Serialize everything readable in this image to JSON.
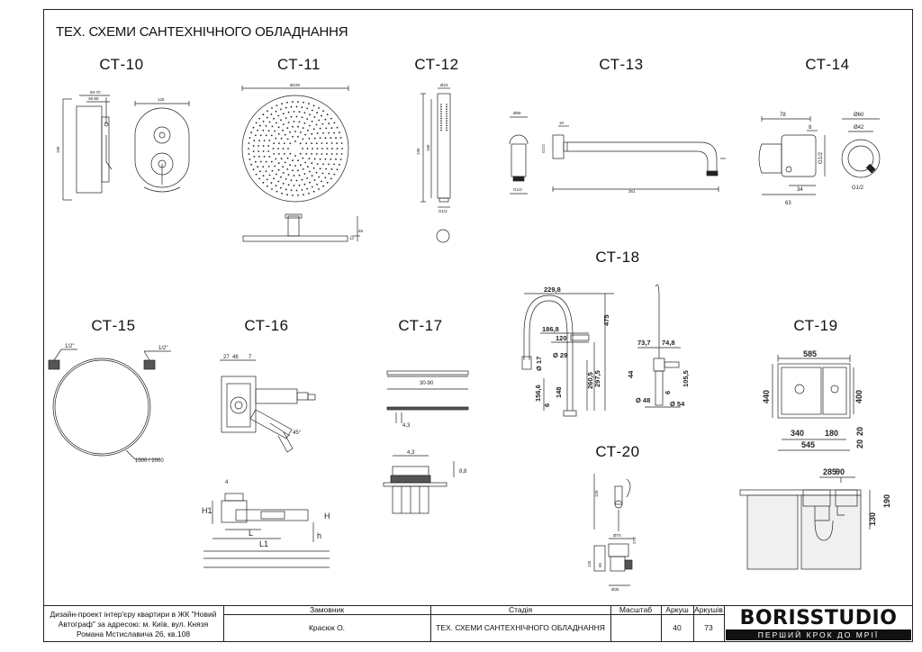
{
  "title": "ТЕХ. СХЕМИ САНТЕХНІЧНОГО ОБЛАДНАННЯ",
  "schemes": [
    {
      "code": "СТ-10"
    },
    {
      "code": "СТ-11"
    },
    {
      "code": "СТ-12"
    },
    {
      "code": "СТ-13"
    },
    {
      "code": "СТ-14"
    },
    {
      "code": "СТ-15"
    },
    {
      "code": "СТ-16"
    },
    {
      "code": "СТ-17"
    },
    {
      "code": "СТ-18"
    },
    {
      "code": "СТ-19"
    },
    {
      "code": "СТ-20"
    }
  ],
  "dims": {
    "ct10": [
      "50-70",
      "38-58",
      "125",
      "195"
    ],
    "ct11": [
      "Ø230",
      "14",
      "58"
    ],
    "ct12": [
      "Ø23",
      "196",
      "166",
      "G1/2"
    ],
    "ct13": [
      "Ø58",
      "10",
      "G1/2",
      "351",
      "G1/2"
    ],
    "ct14": [
      "78",
      "Ø60",
      "Ø42",
      "8",
      "G1/2",
      "34",
      "63",
      "G1/2"
    ],
    "ct15": [
      "1/2\"",
      "1/2\"",
      "1500 / 2000"
    ],
    "ct16": [
      "27",
      "48",
      "7",
      "45°",
      "4",
      "H1",
      "H",
      "L",
      "L1",
      "h"
    ],
    "ct17": [
      "30-90",
      "4,3",
      "4,3",
      "8,8"
    ],
    "ct18": [
      "229,8",
      "186,8",
      "120",
      "Ø 17",
      "Ø 29",
      "475",
      "297,5",
      "260,5",
      "148",
      "156,6",
      "6",
      "73,7",
      "74,8",
      "44",
      "6",
      "105,5",
      "Ø 48",
      "Ø 54"
    ],
    "ct19": [
      "585",
      "440",
      "400",
      "340",
      "180",
      "20",
      "545",
      "20"
    ],
    "ct20": [
      "120",
      "Ø70",
      "Ø35",
      "125",
      "65",
      "270"
    ],
    "ct21": [
      "285",
      "90",
      "190",
      "130"
    ]
  },
  "title_block": {
    "description": "Дизайн-проект інтер'єру квартири в ЖК \"Новий Автограф\" за адресою: м. Київ, вул. Князя Романа Мстиславича 26, кв.108",
    "customer_header": "Замовник",
    "customer": "Красюк О.",
    "stage_header": "Стадія",
    "stage": "ТЕХ. СХЕМИ САНТЕХНІЧНОГО ОБЛАДНАННЯ",
    "scale_header": "Масштаб",
    "scale": "",
    "sheet_header": "Аркуш",
    "sheet": "40",
    "sheets_header": "Аркушів",
    "sheets": "73"
  },
  "logo": {
    "name": "BORISSTUDIO",
    "tagline": "ПЕРШИЙ КРОК ДО МРІЇ"
  }
}
